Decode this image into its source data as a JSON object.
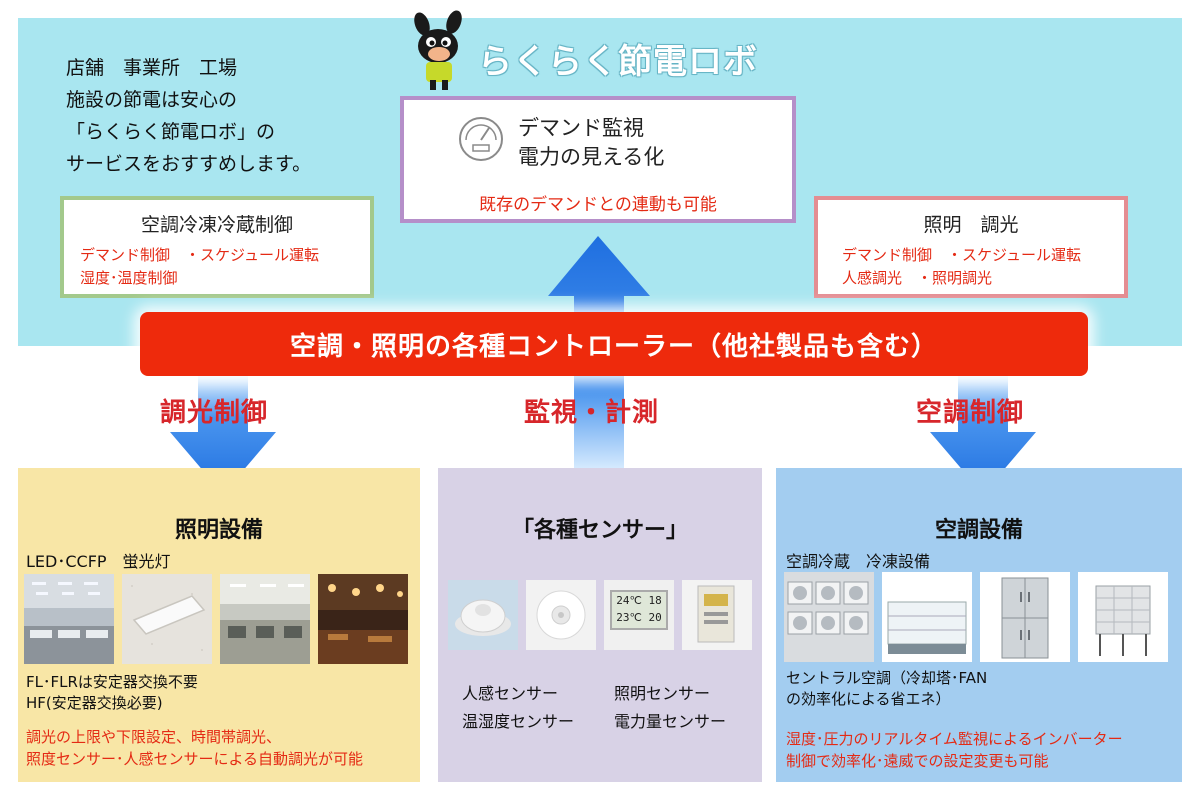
{
  "brand": {
    "name": "らくらく節電ロボ"
  },
  "intro": {
    "lines": [
      "店舗　事業所　工場",
      "施設の節電は安心の",
      "「らくらく節電ロボ」の",
      "サービスをおすすめします。"
    ]
  },
  "monitoring_box": {
    "title_line1": "デマンド監視",
    "title_line2": "電力の見える化",
    "note": "既存のデマンドとの連動も可能"
  },
  "ac_control_box": {
    "title": "空調冷凍冷蔵制御",
    "line1": "デマンド制御　・スケジュール運転",
    "line2": "湿度･温度制御"
  },
  "lighting_control_box": {
    "title": "照明　調光",
    "line1": "デマンド制御　・スケジュール運転",
    "line2": "人感調光　・照明調光"
  },
  "controller": {
    "label": "空調・照明の各種コントローラー（他社製品も含む）"
  },
  "arrows": {
    "left_label": "調光制御",
    "center_label": "監視・計測",
    "right_label": "空調制御"
  },
  "lighting_panel": {
    "title": "照明設備",
    "subtitle": "LED･CCFP　蛍光灯",
    "note_line1": "FL･FLRは安定器交換不要",
    "note_line2": "HF(安定器交換必要)",
    "red_line1": "調光の上限や下限設定、時間帯調光、",
    "red_line2": "照度センサー･人感センサーによる自動調光が可能"
  },
  "sensor_panel": {
    "title": "「各種センサー」",
    "meter_line1": "24℃ 18",
    "meter_line2": "23℃ 20",
    "labels": [
      "人感センサー",
      "照明センサー",
      "温湿度センサー",
      "電力量センサー"
    ]
  },
  "ac_panel": {
    "title": "空調設備",
    "subtitle": "空調冷蔵　冷凍設備",
    "note_line1": "セントラル空調（冷却塔･FAN",
    "note_line2": "の効率化による省エネ）",
    "red_line1": "湿度･圧力のリアルタイム監視によるインバーター",
    "red_line2": "制御で効率化･遠威での設定変更も可能"
  },
  "colors": {
    "top_panel": "#a9e6f0",
    "controller": "#ee2a0c",
    "arrow_blue": "#1f6fe0",
    "red_text": "#e42a14",
    "lighting_panel": "#f8e6a6",
    "sensor_panel": "#d8d2e6",
    "ac_panel": "#a3cdf0"
  },
  "icons": [
    "mascot-icon",
    "gauge-icon",
    "arrow-down-icon",
    "arrow-up-icon"
  ]
}
